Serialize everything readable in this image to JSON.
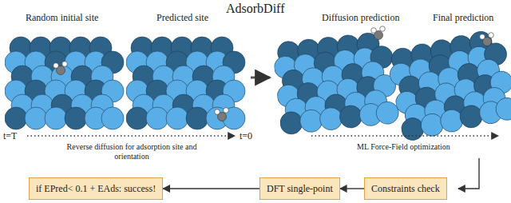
{
  "diagram": {
    "title": "AdsorbDiff",
    "nodes": [
      {
        "text": [
          "if EPred< 0.1 + EAds: success!"
        ]
      },
      {
        "text": [
          "DFT single-point"
        ]
      },
      {
        "text": [
          "Constraints check"
        ]
      }
    ],
    "edges": [
      {
        "from": 2,
        "to": 1,
        "arrow": "to"
      },
      {
        "from": 1,
        "to": 0,
        "arrow": "to"
      }
    ],
    "labels": [
      "Random initial site",
      "Predicted site",
      "Diffusion prediction",
      "Final prediction",
      "t=T",
      "t=0",
      "Reverse diffusion for adsorption site and orientation",
      "ML Force-Field optimization"
    ]
  }
}
